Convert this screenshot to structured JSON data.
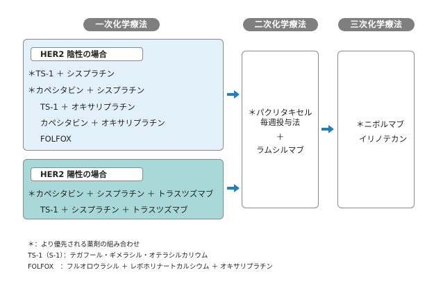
{
  "headers": {
    "first": "一次化学療法",
    "second": "二次化学療法",
    "third": "三次化学療法"
  },
  "first_line": {
    "her2_negative": {
      "title": "HER2 陰性の場合",
      "items": [
        "＊TS-1 ＋ シスプラチン",
        "＊カペシタビン ＋ シスプラチン",
        "TS-1 ＋ オキサリプラチン",
        "カペシタビン ＋ オキサリプラチン",
        "FOLFOX"
      ]
    },
    "her2_positive": {
      "title": "HER2 陽性の場合",
      "items": [
        "＊カペシタビン ＋ シスプラチン ＋ トラスツズマブ",
        "TS-1 ＋ シスプラチン ＋ トラスツズマブ"
      ]
    }
  },
  "second_line": {
    "lines": [
      "＊パクリタキセル",
      "毎週投与法",
      "＋",
      "ラムシルマブ"
    ]
  },
  "third_line": {
    "lines": [
      "＊ニボルマブ",
      "イリノテカン"
    ]
  },
  "notes": [
    "＊：より優先される薬剤の組み合わせ",
    "TS-1（S-1）：テガフール・ギメラシル・オテラシルカリウム",
    "FOLFOX　：フルオロウラシル ＋ レボホリナートカルシウム ＋ オキサリプラチン"
  ],
  "colors": {
    "header_pill": "#7f7f7f",
    "her2_negative_fill": "#e3f1fb",
    "her2_positive_fill": "#a9d8d8",
    "arrow": "#1f7fc2"
  }
}
